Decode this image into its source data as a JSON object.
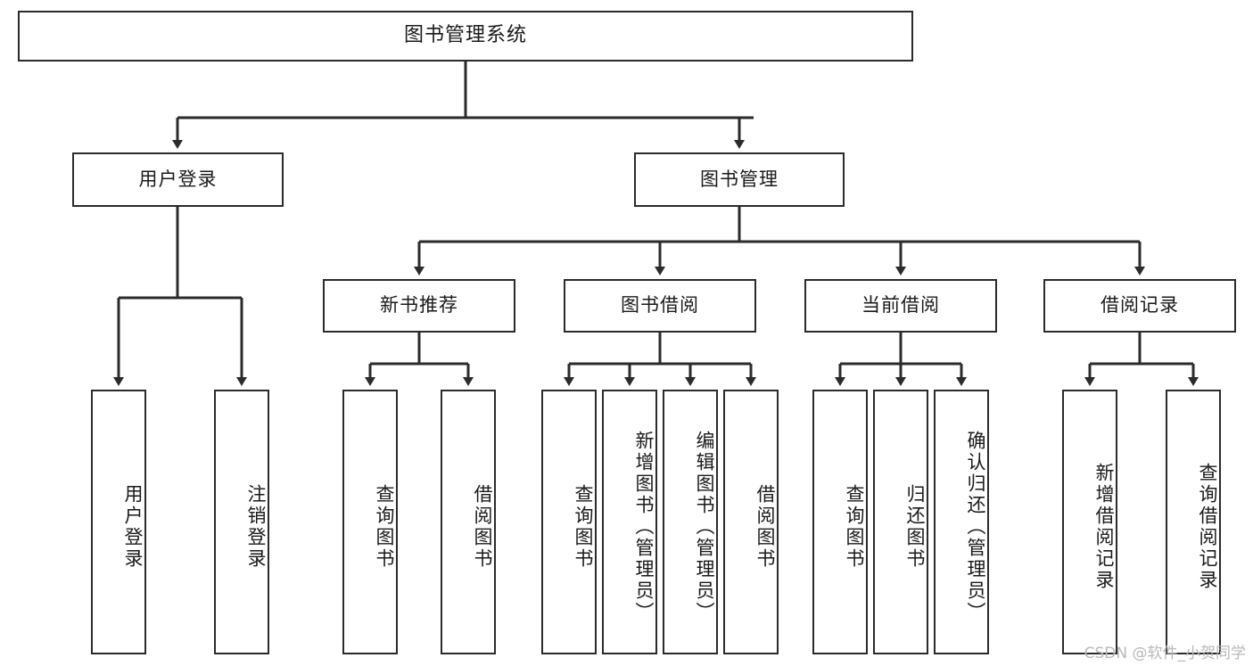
{
  "diagram": {
    "title": "图书管理系统",
    "watermark": "CSDN @软件_小贺同学",
    "line_color": "#2b2b2b",
    "text_color": "#1a1a1a",
    "background": "#ffffff",
    "root": {
      "label": "图书管理系统"
    },
    "level2": [
      {
        "label": "用户登录"
      },
      {
        "label": "图书管理"
      }
    ],
    "level3": [
      {
        "label": "新书推荐"
      },
      {
        "label": "图书借阅"
      },
      {
        "label": "当前借阅"
      },
      {
        "label": "借阅记录"
      }
    ],
    "leaves": {
      "user_login": [
        {
          "label": "用户登录"
        },
        {
          "label": "注销登录"
        }
      ],
      "new_book_rec": [
        {
          "label": "查询图书"
        },
        {
          "label": "借阅图书"
        }
      ],
      "book_borrow": [
        {
          "label": "查询图书"
        },
        {
          "label": "新增图书（管理员）"
        },
        {
          "label": "编辑图书（管理员）"
        },
        {
          "label": "借阅图书"
        }
      ],
      "current_borrow": [
        {
          "label": "查询图书"
        },
        {
          "label": "归还图书"
        },
        {
          "label": "确认归还（管理员）"
        }
      ],
      "borrow_record": [
        {
          "label": "新增借阅记录"
        },
        {
          "label": "查询借阅记录"
        }
      ]
    }
  }
}
